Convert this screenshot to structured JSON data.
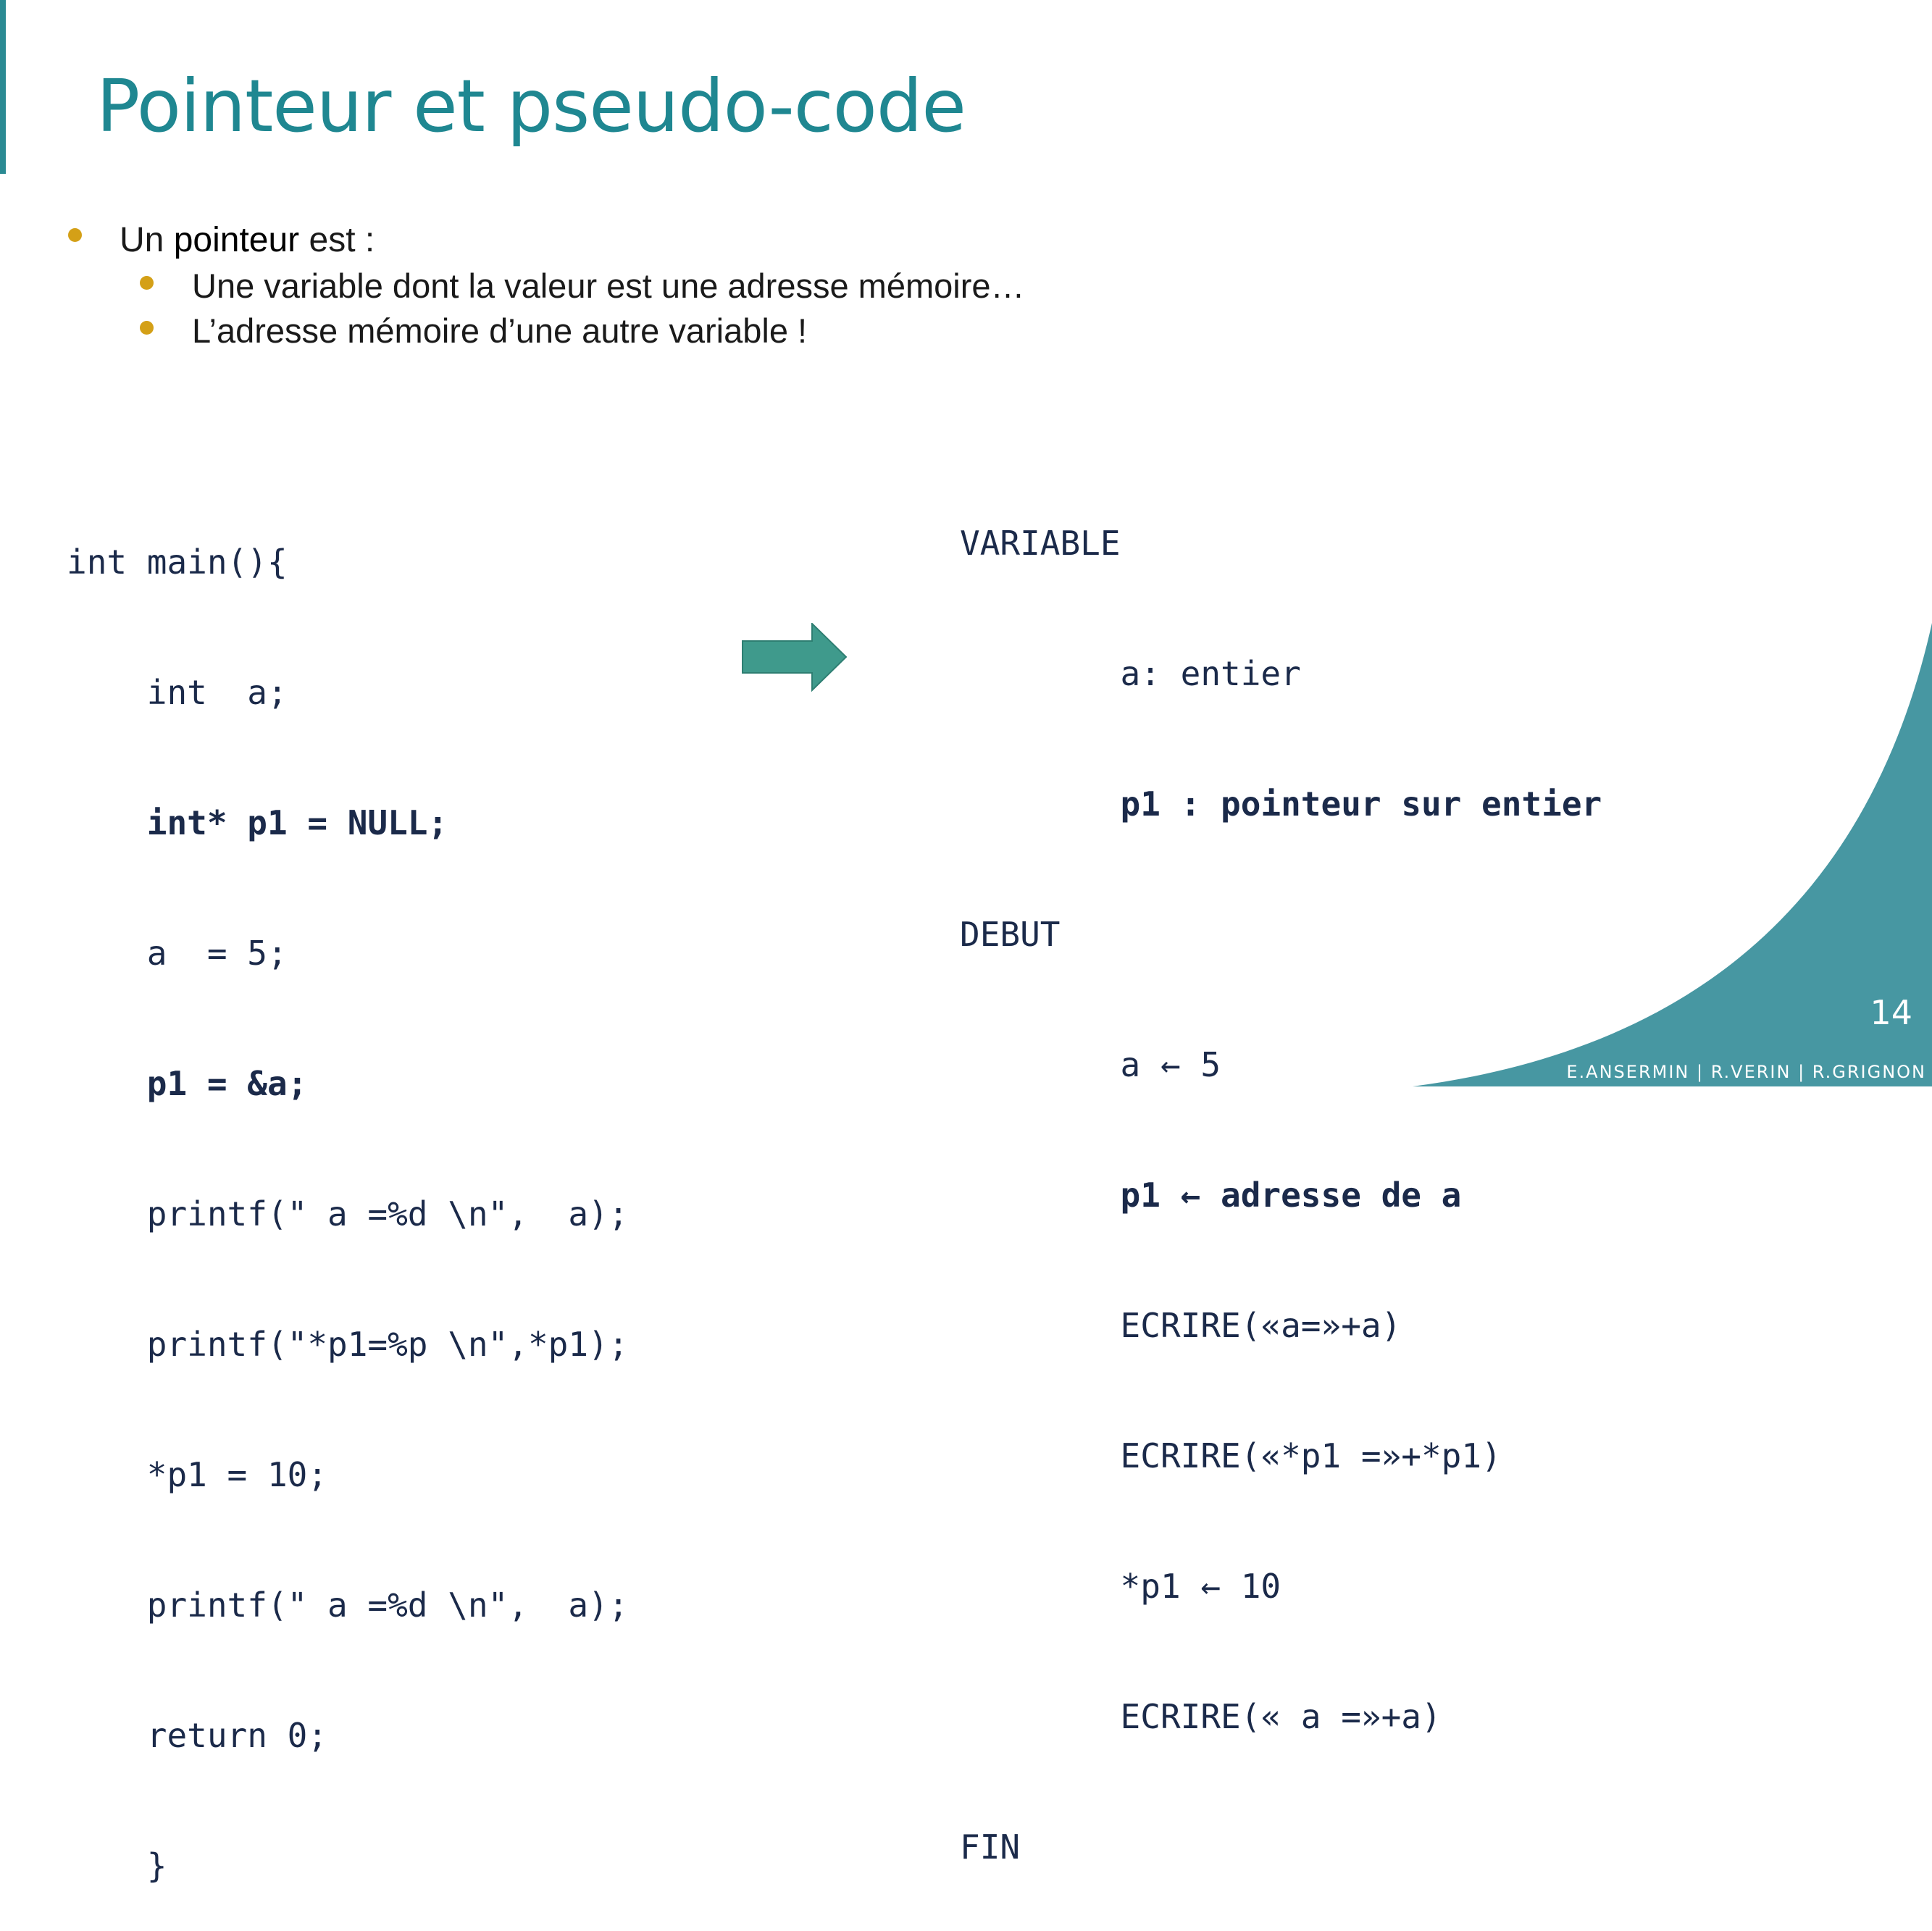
{
  "slide": {
    "title": "Pointeur et pseudo-code",
    "page_number": "14",
    "footer": "E.ANSERMIN | R.VERIN | R.GRIGNON"
  },
  "colors": {
    "accent": "#1f8791",
    "bullet": "#d4a017",
    "decoration": "#4797a2",
    "arrow": "#3f9a8c",
    "code_text": "#1b2a4a"
  },
  "bullets": {
    "main": {
      "prefix": "Un ",
      "keyword": "pointeur",
      "suffix": " est :"
    },
    "sub": [
      "Une variable dont la valeur est une adresse mémoire…",
      "L’adresse mémoire d’une autre variable !"
    ]
  },
  "c_code": [
    {
      "text": "int main(){",
      "bold": false
    },
    {
      "text": "    int  a;",
      "bold": false
    },
    {
      "text": "    int* p1 = NULL;",
      "bold": true
    },
    {
      "text": "    a  = 5;",
      "bold": false
    },
    {
      "text": "    p1 = &a;",
      "bold": true
    },
    {
      "text": "    printf(\" a =%d \\n\",  a);",
      "bold": false
    },
    {
      "text": "    printf(\"*p1=%p \\n\",*p1);",
      "bold": false
    },
    {
      "text": "    *p1 = 10;",
      "bold": false
    },
    {
      "text": "    printf(\" a =%d \\n\",  a);",
      "bold": false
    },
    {
      "text": "    return 0;",
      "bold": false
    },
    {
      "text": "    }",
      "bold": false
    }
  ],
  "pseudo_code": [
    {
      "text": "VARIABLE",
      "bold": false
    },
    {
      "text": "        a: entier",
      "bold": false
    },
    {
      "text": "        p1 : pointeur sur entier",
      "bold": true
    },
    {
      "text": "DEBUT",
      "bold": false
    },
    {
      "text": "        a ← 5",
      "bold": false
    },
    {
      "text": "        p1 ← adresse de a",
      "bold": true
    },
    {
      "text": "        ECRIRE(«a=»+a)",
      "bold": false
    },
    {
      "text": "        ECRIRE(«*p1 =»+*p1)",
      "bold": false
    },
    {
      "text": "        *p1 ← 10",
      "bold": false
    },
    {
      "text": "        ECRIRE(« a =»+a)",
      "bold": false
    },
    {
      "text": "FIN",
      "bold": false
    }
  ],
  "icons": {
    "arrow": "right-arrow-icon",
    "bullet": "bullet-dot-icon"
  }
}
